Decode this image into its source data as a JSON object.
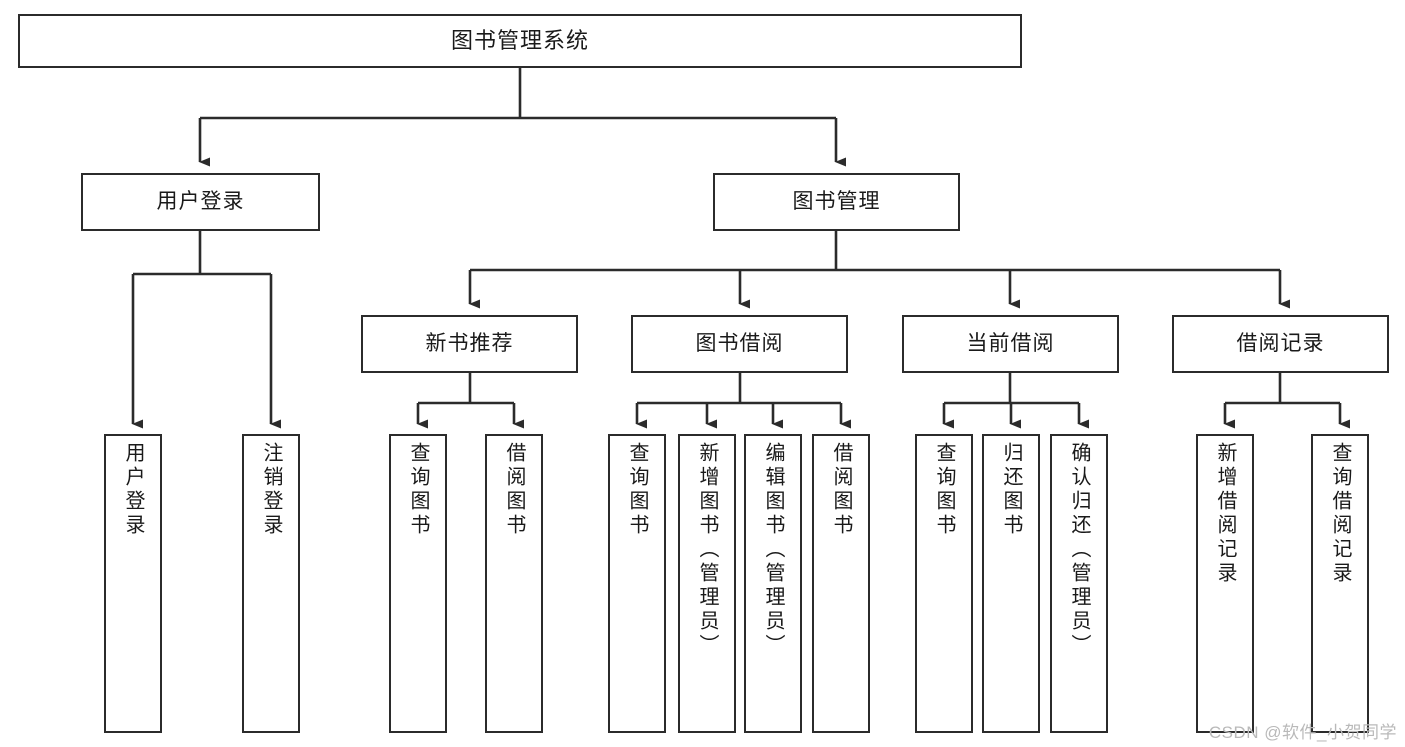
{
  "diagram": {
    "title": "图书管理系统",
    "watermark": "CSDN @软件_小贺同学",
    "line_color": "#2b2b2b",
    "box_fill": "#ffffff",
    "text_color": "#1a1a1a",
    "watermark_color": "#b9b9b9"
  },
  "nodes": {
    "root": {
      "label": "图书管理系统"
    },
    "level2": [
      {
        "label": "用户登录"
      },
      {
        "label": "图书管理"
      }
    ],
    "level3": [
      {
        "label": "新书推荐"
      },
      {
        "label": "图书借阅"
      },
      {
        "label": "当前借阅"
      },
      {
        "label": "借阅记录"
      }
    ],
    "leaves": {
      "user_login": [
        {
          "label": "用户登录"
        },
        {
          "label": "注销登录"
        }
      ],
      "new_book": [
        {
          "label": "查询图书"
        },
        {
          "label": "借阅图书"
        }
      ],
      "borrow_book": [
        {
          "label": "查询图书"
        },
        {
          "label": "新增图书（管理员）"
        },
        {
          "label": "编辑图书（管理员）"
        },
        {
          "label": "借阅图书"
        }
      ],
      "current_borrow": [
        {
          "label": "查询图书"
        },
        {
          "label": "归还图书"
        },
        {
          "label": "确认归还（管理员）"
        }
      ],
      "borrow_record": [
        {
          "label": "新增借阅记录"
        },
        {
          "label": "查询借阅记录"
        }
      ]
    }
  }
}
